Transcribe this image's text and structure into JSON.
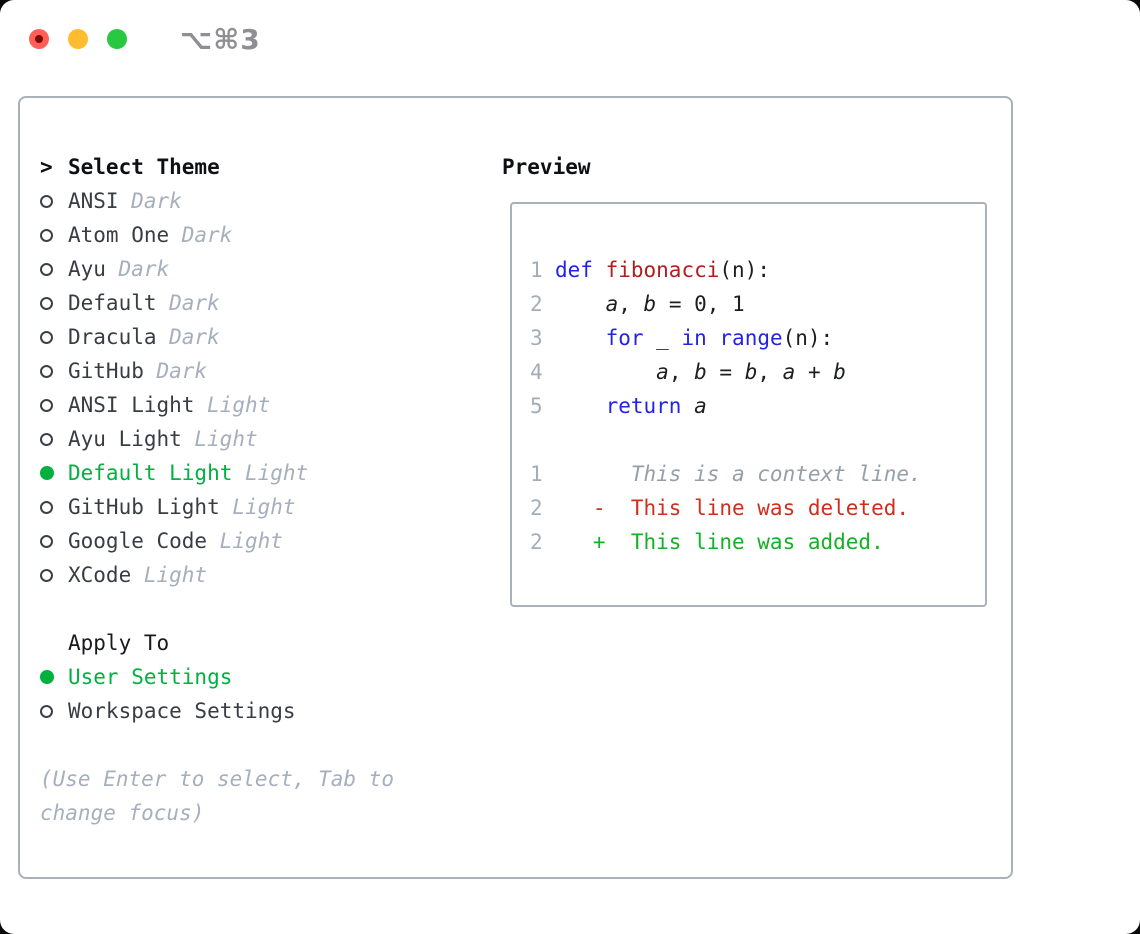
{
  "window": {
    "shortcut": "⌥⌘3",
    "traffic_lights": [
      "close",
      "minimize",
      "zoom"
    ]
  },
  "colors": {
    "accent_green": "#00b140",
    "keyword_blue": "#2323e6",
    "function_red": "#b01e1e",
    "diff_deleted_red": "#cf2e1c",
    "diff_added_green": "#13b125",
    "dim_gray": "#a6afbd",
    "border_gray": "#a9b1bc"
  },
  "theme_selector": {
    "prompt": ">",
    "title": "Select Theme",
    "items": [
      {
        "name": "ANSI",
        "variant": "Dark",
        "selected": false
      },
      {
        "name": "Atom One",
        "variant": "Dark",
        "selected": false
      },
      {
        "name": "Ayu",
        "variant": "Dark",
        "selected": false
      },
      {
        "name": "Default",
        "variant": "Dark",
        "selected": false
      },
      {
        "name": "Dracula",
        "variant": "Dark",
        "selected": false
      },
      {
        "name": "GitHub",
        "variant": "Dark",
        "selected": false
      },
      {
        "name": "ANSI Light",
        "variant": "Light",
        "selected": false
      },
      {
        "name": "Ayu Light",
        "variant": "Light",
        "selected": false
      },
      {
        "name": "Default Light",
        "variant": "Light",
        "selected": true
      },
      {
        "name": "GitHub Light",
        "variant": "Light",
        "selected": false
      },
      {
        "name": "Google Code",
        "variant": "Light",
        "selected": false
      },
      {
        "name": "XCode",
        "variant": "Light",
        "selected": false
      }
    ]
  },
  "apply_to": {
    "title": "Apply To",
    "options": [
      {
        "label": "User Settings",
        "selected": true
      },
      {
        "label": "Workspace Settings",
        "selected": false
      }
    ]
  },
  "hint_lines": [
    "(Use Enter to select, Tab to",
    "change focus)"
  ],
  "preview": {
    "title": "Preview",
    "lines": [
      {
        "num": "1",
        "tokens": [
          {
            "text": "def",
            "style": "kw"
          },
          {
            "text": " ",
            "style": "plain"
          },
          {
            "text": "fibonacci",
            "style": "fn"
          },
          {
            "text": "(n):",
            "style": "plain"
          }
        ]
      },
      {
        "num": "2",
        "tokens": [
          {
            "text": "    ",
            "style": "plain"
          },
          {
            "text": "a",
            "style": "var"
          },
          {
            "text": ", ",
            "style": "plain"
          },
          {
            "text": "b",
            "style": "var"
          },
          {
            "text": " = 0, 1",
            "style": "plain"
          }
        ]
      },
      {
        "num": "3",
        "tokens": [
          {
            "text": "    ",
            "style": "plain"
          },
          {
            "text": "for",
            "style": "kw"
          },
          {
            "text": " _ ",
            "style": "plain"
          },
          {
            "text": "in",
            "style": "kw"
          },
          {
            "text": " ",
            "style": "plain"
          },
          {
            "text": "range",
            "style": "kw"
          },
          {
            "text": "(n):",
            "style": "plain"
          }
        ]
      },
      {
        "num": "4",
        "tokens": [
          {
            "text": "        ",
            "style": "plain"
          },
          {
            "text": "a",
            "style": "var"
          },
          {
            "text": ", ",
            "style": "plain"
          },
          {
            "text": "b",
            "style": "var"
          },
          {
            "text": " = ",
            "style": "plain"
          },
          {
            "text": "b",
            "style": "var"
          },
          {
            "text": ", ",
            "style": "plain"
          },
          {
            "text": "a",
            "style": "var"
          },
          {
            "text": " + ",
            "style": "plain"
          },
          {
            "text": "b",
            "style": "var"
          }
        ]
      },
      {
        "num": "5",
        "tokens": [
          {
            "text": "    ",
            "style": "plain"
          },
          {
            "text": "return",
            "style": "kw"
          },
          {
            "text": " ",
            "style": "plain"
          },
          {
            "text": "a",
            "style": "var"
          }
        ]
      },
      {
        "num": "",
        "tokens": []
      },
      {
        "num": "1",
        "tokens": [
          {
            "text": "      This is a context line.",
            "style": "context"
          }
        ]
      },
      {
        "num": "2",
        "tokens": [
          {
            "text": "   -  This line was deleted.",
            "style": "del"
          }
        ]
      },
      {
        "num": "2",
        "tokens": [
          {
            "text": "   +  This line was added.",
            "style": "add"
          }
        ]
      }
    ]
  }
}
